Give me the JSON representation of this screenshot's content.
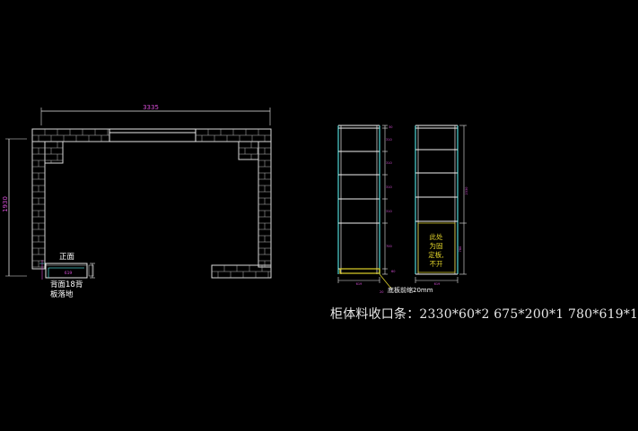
{
  "colors": {
    "background": "#000000",
    "wall": "#d9d9d9",
    "dimension": "#e8e8e8",
    "dimension_text_magenta": "#d94fd9",
    "panel_edge_cyan": "#49c6c6",
    "shelf_white": "#f0f0f0",
    "callout_yellow": "#e0d22a",
    "annotation_white": "#ffffff"
  },
  "plan": {
    "width_dim": "3335",
    "height_dim": "1930",
    "front_label": "正面",
    "front_dim": "619",
    "back_note_line1": "背面18背",
    "back_note_line2": "板落地"
  },
  "cabinet_left": {
    "shelf_dims": [
      "30",
      "310",
      "310",
      "310",
      "310",
      "700",
      "60"
    ],
    "width_dim": "619",
    "base_dim": "20",
    "base_note": "底板前缩20mm"
  },
  "cabinet_right": {
    "height_dim": "2330",
    "lower_dim": "780",
    "width_dim": "619",
    "fixed_note": [
      "此处",
      "为固",
      "定板,",
      "不开"
    ]
  },
  "material_note": "柜体料收口条：2330*60*2   675*200*1   780*619*1"
}
